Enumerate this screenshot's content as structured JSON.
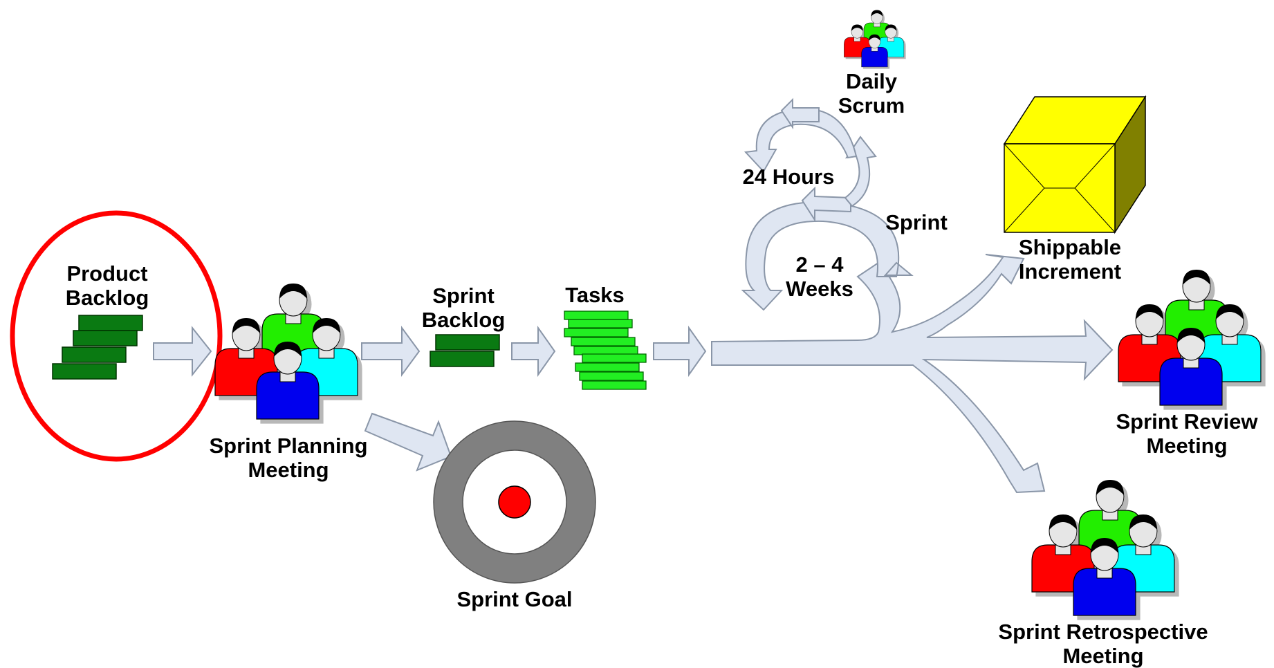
{
  "labels": {
    "product_backlog": [
      "Product",
      "Backlog"
    ],
    "sprint_planning": [
      "Sprint Planning",
      "Meeting"
    ],
    "sprint_backlog": [
      "Sprint",
      "Backlog"
    ],
    "tasks": "Tasks",
    "sprint_goal": "Sprint Goal",
    "daily_scrum": [
      "Daily",
      "Scrum"
    ],
    "hours": "24 Hours",
    "weeks": [
      "2 – 4",
      "Weeks"
    ],
    "sprint": "Sprint",
    "shippable": [
      "Shippable",
      "Increment"
    ],
    "review": [
      "Sprint Review",
      "Meeting"
    ],
    "retro": [
      "Sprint Retrospective",
      "Meeting"
    ]
  },
  "colors": {
    "highlight_circle": "#ff0000",
    "arrow_fill": "#dfe6f2",
    "arrow_stroke": "#8a96a8",
    "backlog_green": "#0a7a12",
    "task_green": "#22ee22",
    "target_gray": "#808080",
    "target_center": "#ff0000",
    "box_yellow": "#ffff00",
    "box_olive": "#808000",
    "person_red": "#ff0000",
    "person_green": "#22ee00",
    "person_cyan": "#00ffff",
    "person_blue": "#0000ee"
  },
  "icons": [
    "backlog-stack-icon",
    "task-stack-icon",
    "team-icon",
    "target-icon",
    "box-icon",
    "arrow-icon",
    "cycle-arrow-icon"
  ]
}
